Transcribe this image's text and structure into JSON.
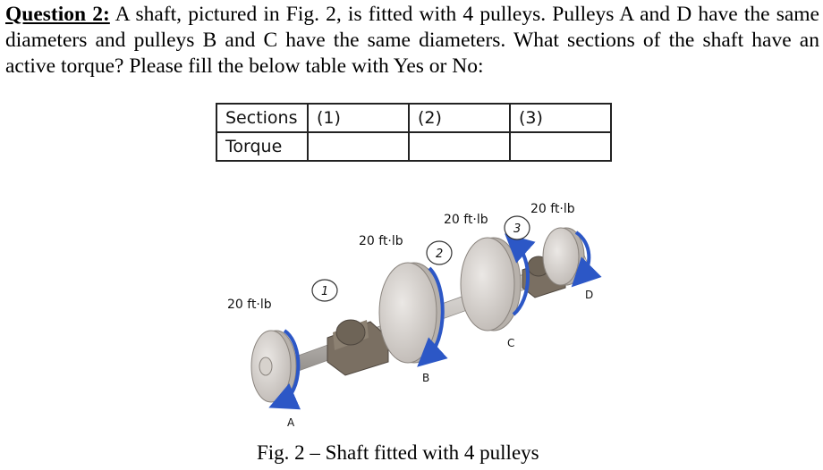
{
  "question": {
    "label": "Question 2:",
    "text": " A shaft, pictured in Fig. 2, is fitted with 4 pulleys. Pulleys A and D have the same diameters and pulleys B and C have the same diameters. What sections of the shaft have an active torque? Please fill the below table with Yes or No:"
  },
  "table": {
    "headers": [
      "Sections",
      "(1)",
      "(2)",
      "(3)"
    ],
    "row": [
      "Torque",
      "",
      "",
      ""
    ]
  },
  "figure": {
    "torques": {
      "a": "20 ft·lb",
      "b": "20 ft·lb",
      "c": "20 ft·lb",
      "d": "20 ft·lb"
    },
    "sections": [
      "1",
      "2",
      "3"
    ],
    "pulleys": [
      "A",
      "B",
      "C",
      "D"
    ],
    "caption": "Fig. 2 – Shaft fitted with 4 pulleys",
    "colors": {
      "pulley": "#d9d4cf",
      "bearing": "#6e6457",
      "arrow": "#2c57c6"
    }
  }
}
